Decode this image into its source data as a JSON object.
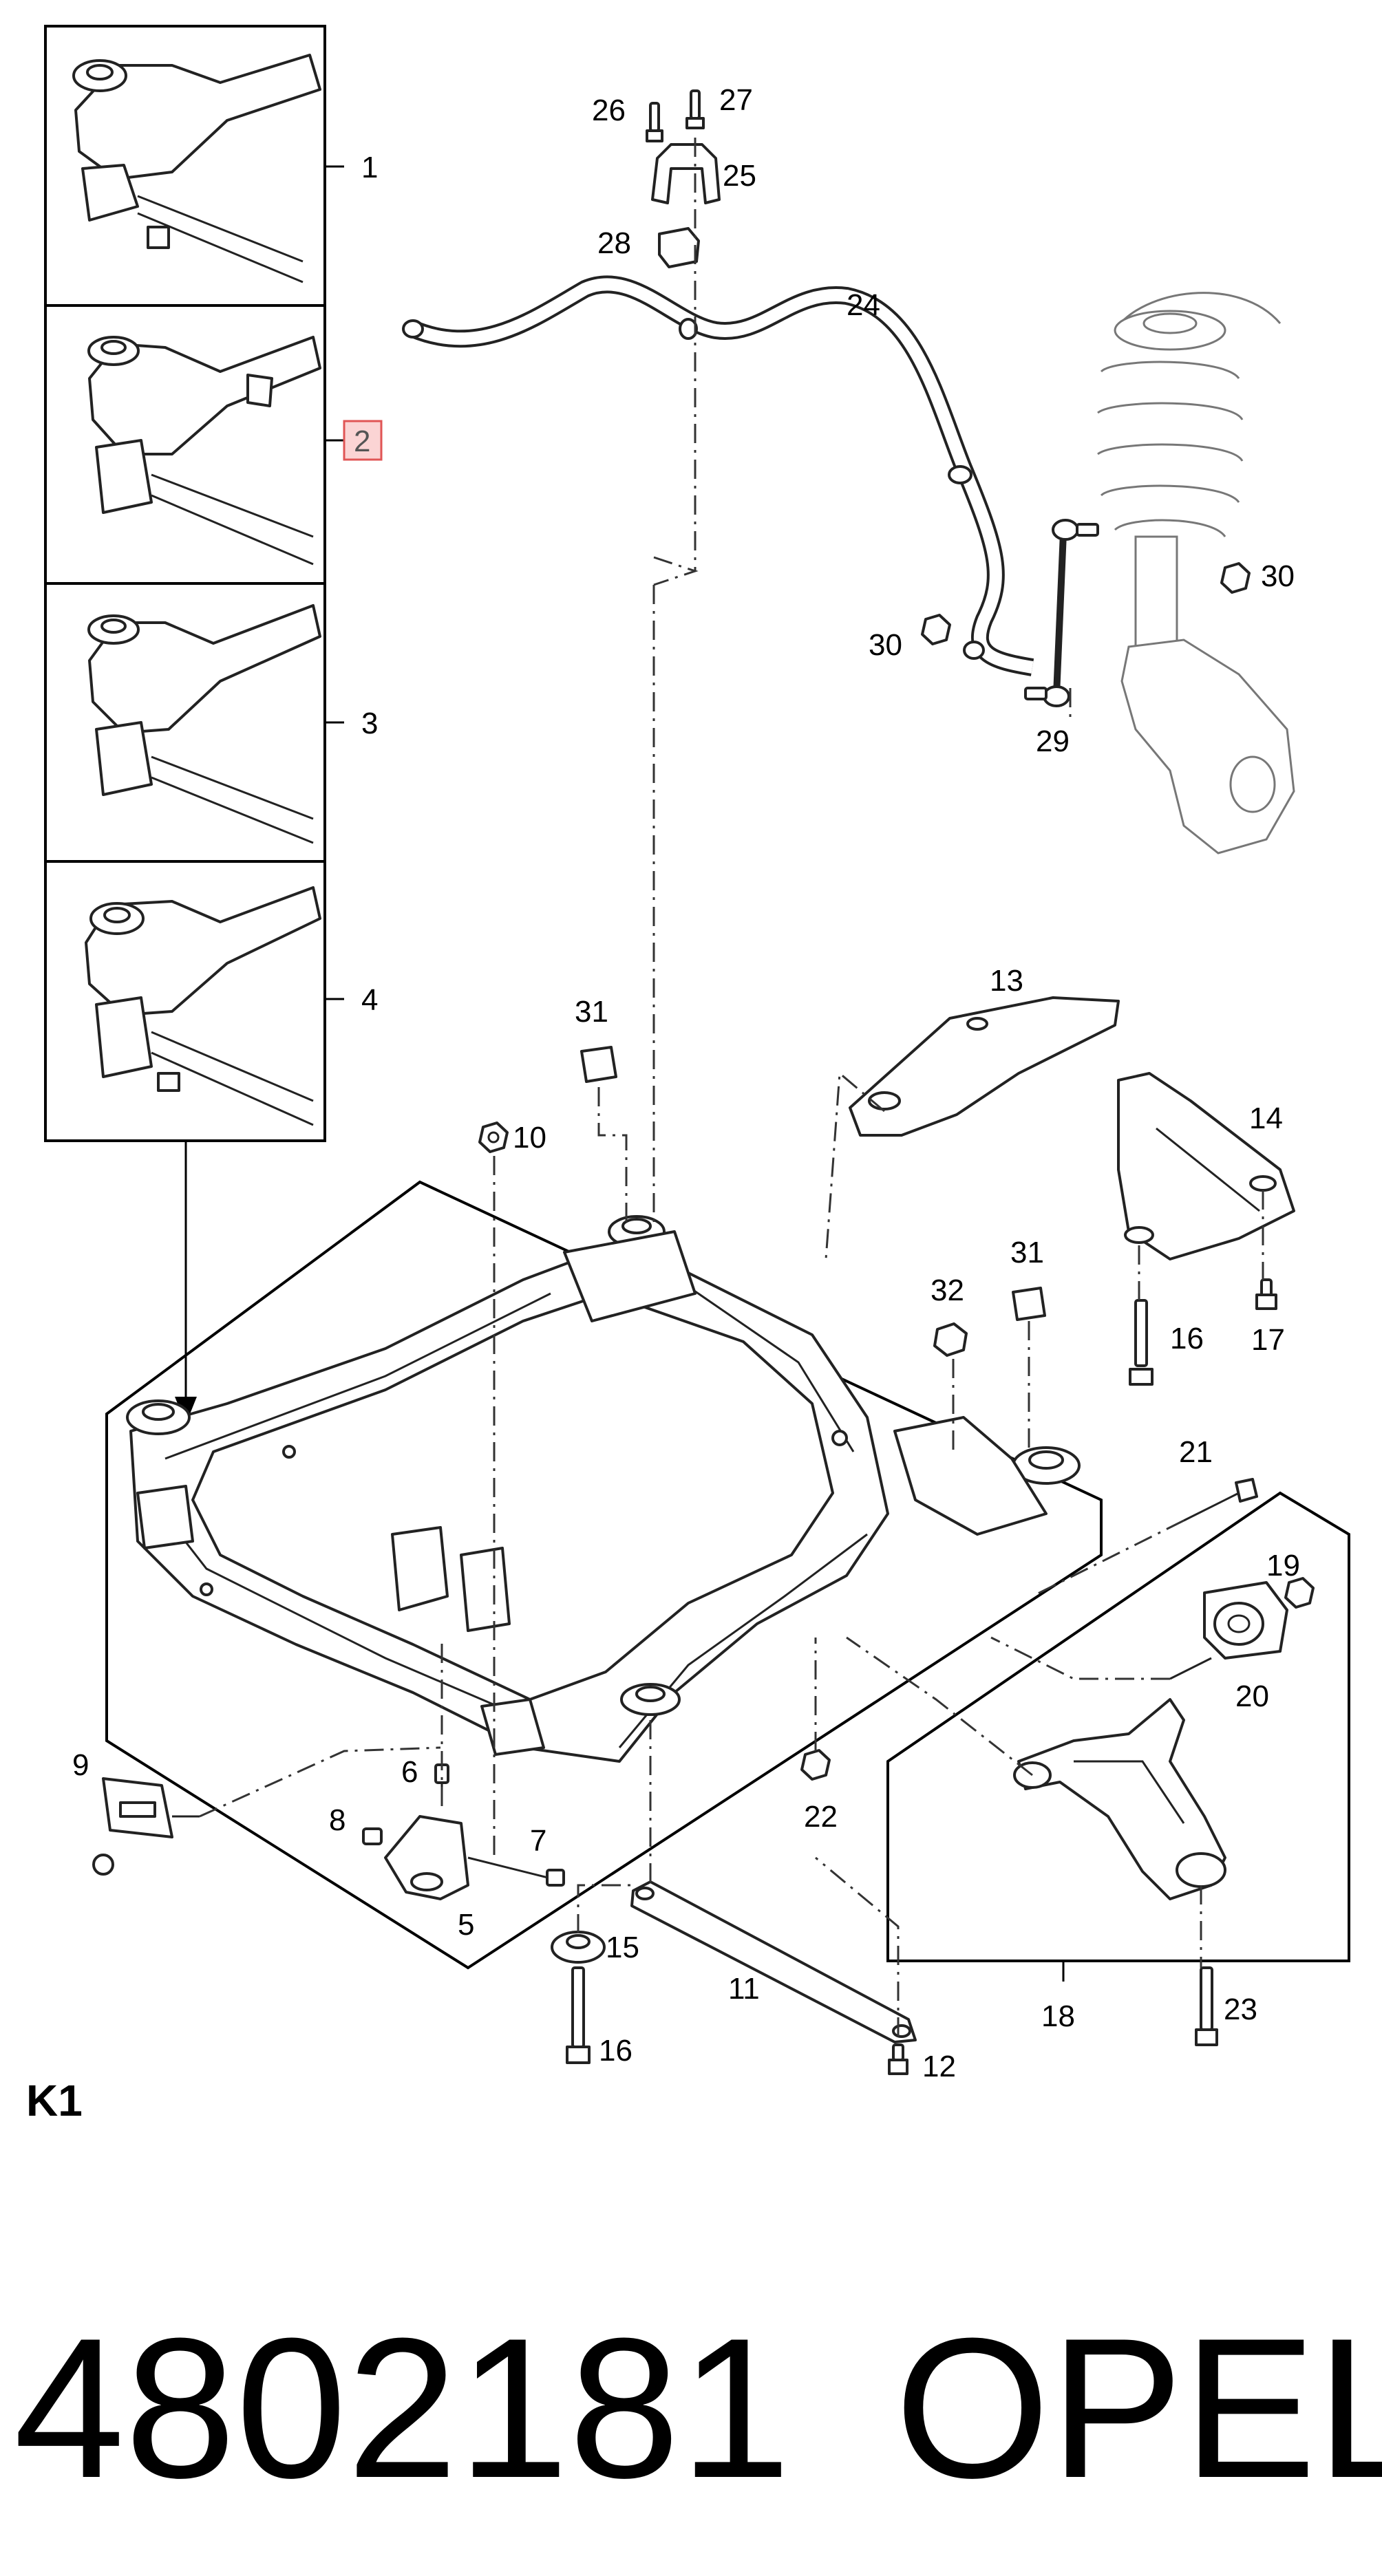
{
  "diagram": {
    "block_label": "K1",
    "part_number": "4802181",
    "brand": "OPEL",
    "selected_callout": "2",
    "callouts": {
      "c1": "1",
      "c2": "2",
      "c3": "3",
      "c4": "4",
      "c5": "5",
      "c6": "6",
      "c7": "7",
      "c8": "8",
      "c9": "9",
      "c10": "10",
      "c11": "11",
      "c12": "12",
      "c13": "13",
      "c14": "14",
      "c15": "15",
      "c16a": "16",
      "c16b": "16",
      "c17": "17",
      "c18": "18",
      "c19": "19",
      "c20": "20",
      "c21": "21",
      "c22": "22",
      "c23": "23",
      "c24": "24",
      "c25": "25",
      "c26": "26",
      "c27": "27",
      "c28": "28",
      "c29": "29",
      "c30a": "30",
      "c30b": "30",
      "c31a": "31",
      "c31b": "31",
      "c32": "32"
    }
  }
}
